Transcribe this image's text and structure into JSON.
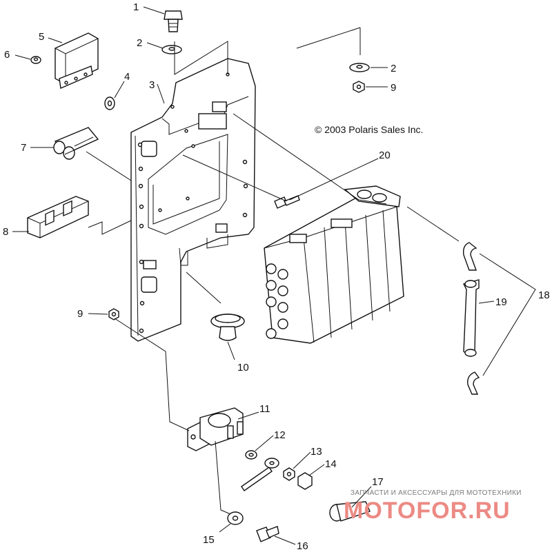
{
  "copyright": "© 2003 Polaris Sales Inc.",
  "watermark": {
    "tagline": "ЗАПЧАСТИ И АКСЕССУАРЫ ДЛЯ МОТОТЕХНИКИ",
    "brand": "MOTOFOR.RU"
  },
  "callouts": [
    "1",
    "2",
    "2",
    "3",
    "4",
    "5",
    "6",
    "7",
    "8",
    "9",
    "9",
    "10",
    "11",
    "12",
    "13",
    "14",
    "15",
    "16",
    "17",
    "18",
    "19",
    "20"
  ],
  "icons": [
    "bolt-icon",
    "washer-icon",
    "nut-icon",
    "relay-icon",
    "bracket-plate-icon",
    "cdi-box-icon",
    "strap-icon",
    "clamp-icon",
    "solenoid-icon",
    "terminal-icon",
    "fuse-holder-icon"
  ]
}
